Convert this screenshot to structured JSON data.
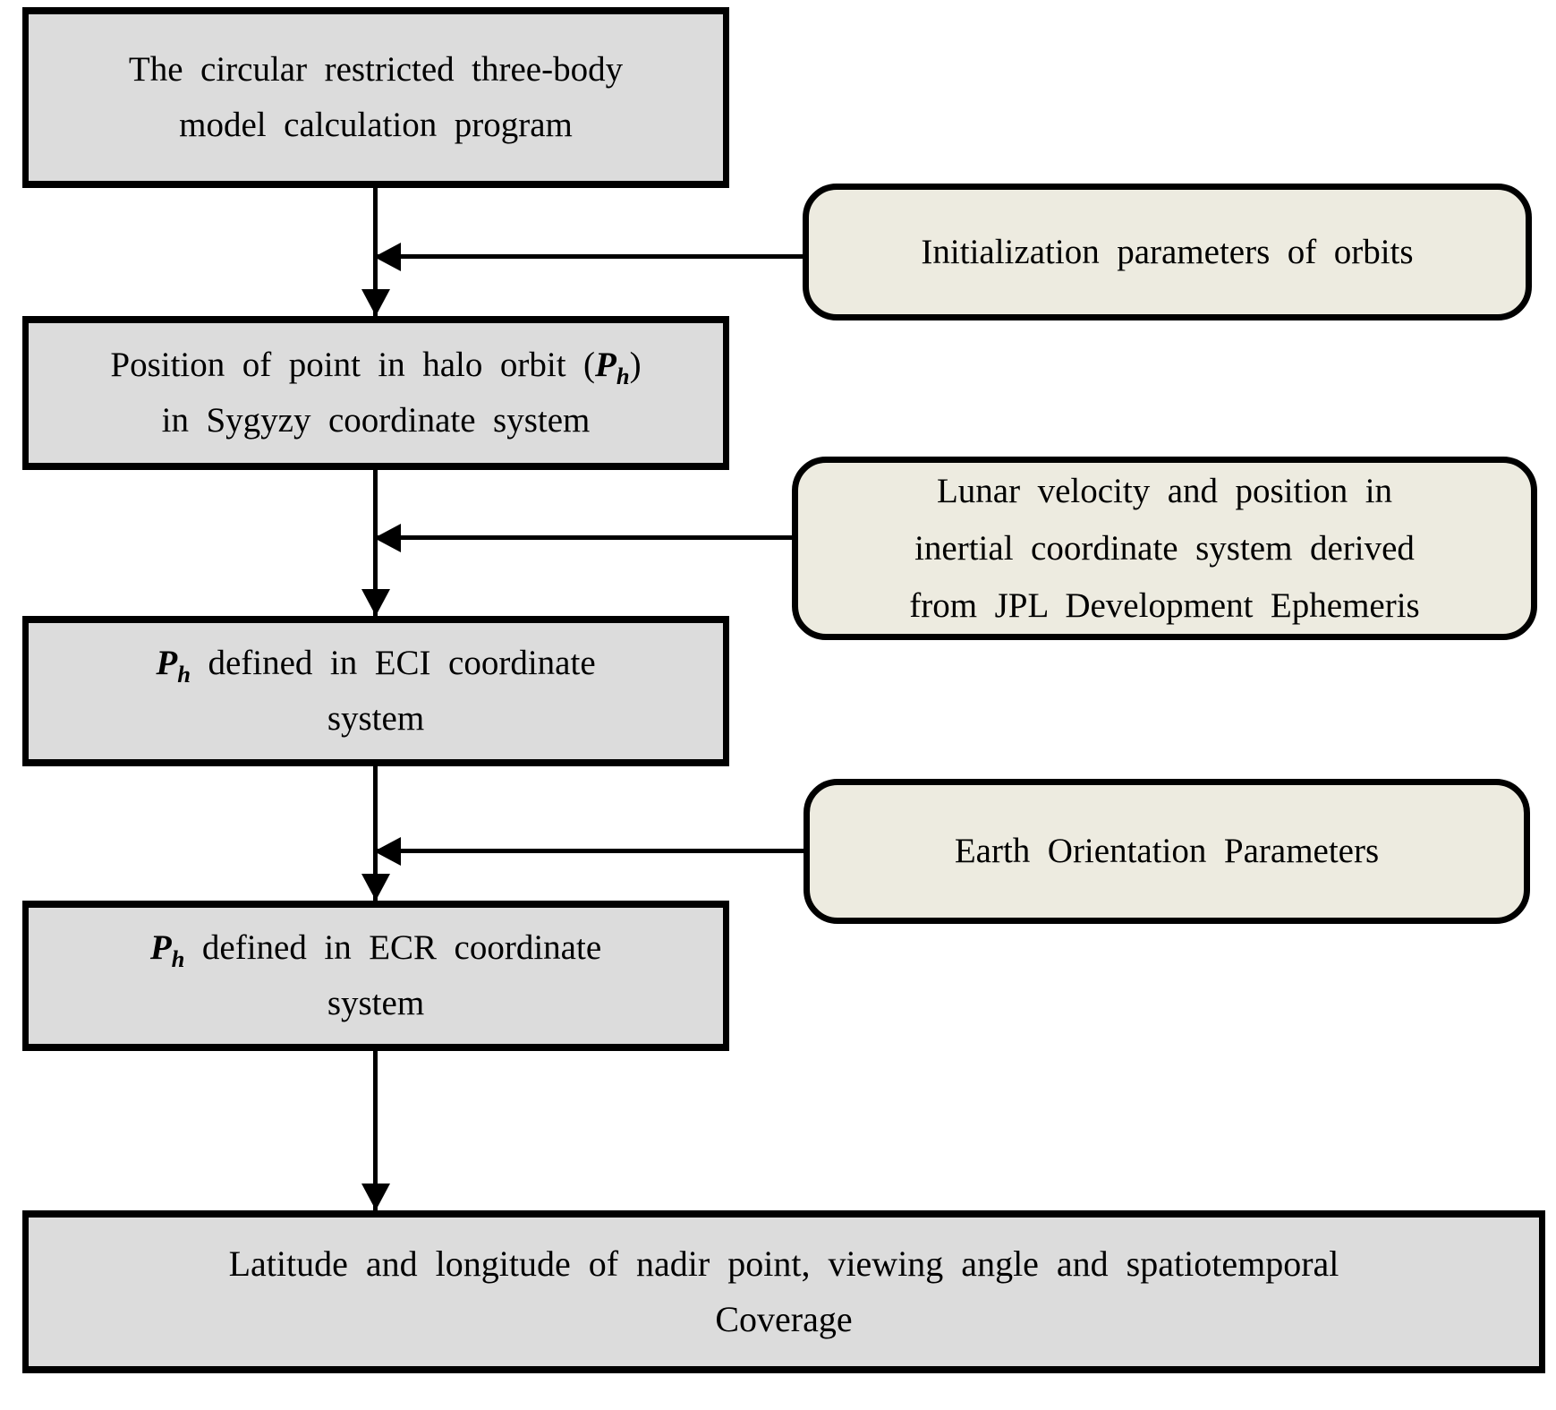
{
  "diagram": {
    "type": "flowchart",
    "background": "#ffffff",
    "colors": {
      "process_fill": "#dcdcdc",
      "input_fill": "#edebe0",
      "border": "#000000",
      "arrow": "#000000",
      "text": "#000000"
    },
    "process_boxes": [
      {
        "id": "crtbp-model",
        "lines": [
          "The circular restricted three-body",
          "model calculation program"
        ]
      },
      {
        "id": "halo-position",
        "line1_pre": "Position of point in halo orbit (",
        "symbol": "P",
        "symbol_sub": "h",
        "line1_post": ")",
        "line2": "in Sygyzy coordinate system"
      },
      {
        "id": "eci-position",
        "symbol": "P",
        "symbol_sub": "h",
        "line1_rest": " defined in ECI coordinate",
        "line2": "system"
      },
      {
        "id": "ecr-position",
        "symbol": "P",
        "symbol_sub": "h",
        "line1_rest": " defined in ECR coordinate",
        "line2": "system"
      },
      {
        "id": "output",
        "lines": [
          "Latitude and longitude of nadir point, viewing angle and spatiotemporal",
          "Coverage"
        ]
      }
    ],
    "input_boxes": [
      {
        "id": "init-params",
        "lines": [
          "Initialization parameters of orbits"
        ]
      },
      {
        "id": "lunar-ephemeris",
        "lines": [
          "Lunar velocity and position in",
          "inertial coordinate system derived",
          "from JPL Development Ephemeris"
        ]
      },
      {
        "id": "earth-orientation",
        "lines": [
          "Earth Orientation Parameters"
        ]
      }
    ]
  }
}
